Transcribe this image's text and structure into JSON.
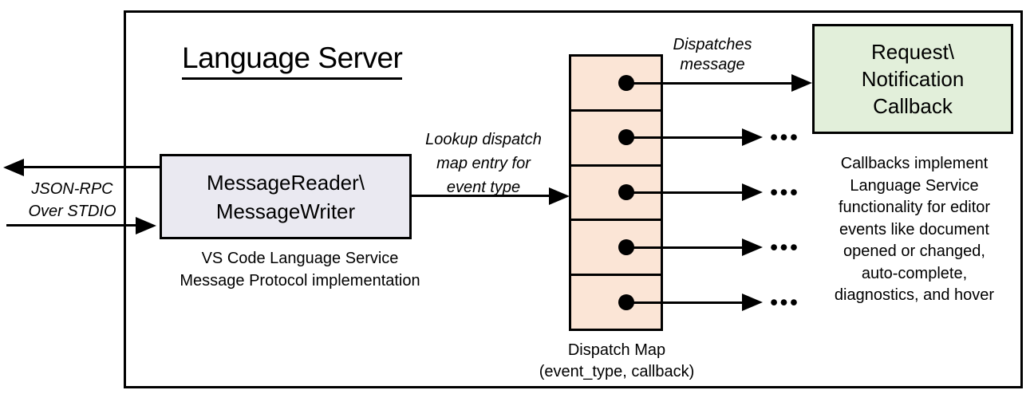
{
  "diagram": {
    "title": "Language Server",
    "left_channel": {
      "label_line1": "JSON-RPC",
      "label_line2": "Over STDIO"
    },
    "message_box": {
      "line1": "MessageReader\\",
      "line2": "MessageWriter",
      "caption_line1": "VS Code Language Service",
      "caption_line2": "Message Protocol implementation"
    },
    "lookup_label": {
      "line1": "Lookup dispatch",
      "line2": "map entry for",
      "line3": "event type"
    },
    "dispatches_label": {
      "line1": "Dispatches",
      "line2": "message"
    },
    "dispatch_map": {
      "cell_count": 5,
      "caption_line1": "Dispatch Map",
      "caption_line2": "(event_type, callback)"
    },
    "callback_box": {
      "line1": "Request\\",
      "line2": "Notification",
      "line3": "Callback"
    },
    "callbacks_note": [
      "Callbacks implement",
      "Language Service",
      "functionality for editor",
      "events like document",
      "opened or changed,",
      "auto-complete,",
      "diagnostics, and hover"
    ],
    "ellipsis": "•••",
    "colors": {
      "message_box_fill": "#EAE9F1",
      "dispatch_map_fill": "#FBE5D6",
      "callback_box_fill": "#E2EFDA",
      "line": "#000000"
    }
  }
}
